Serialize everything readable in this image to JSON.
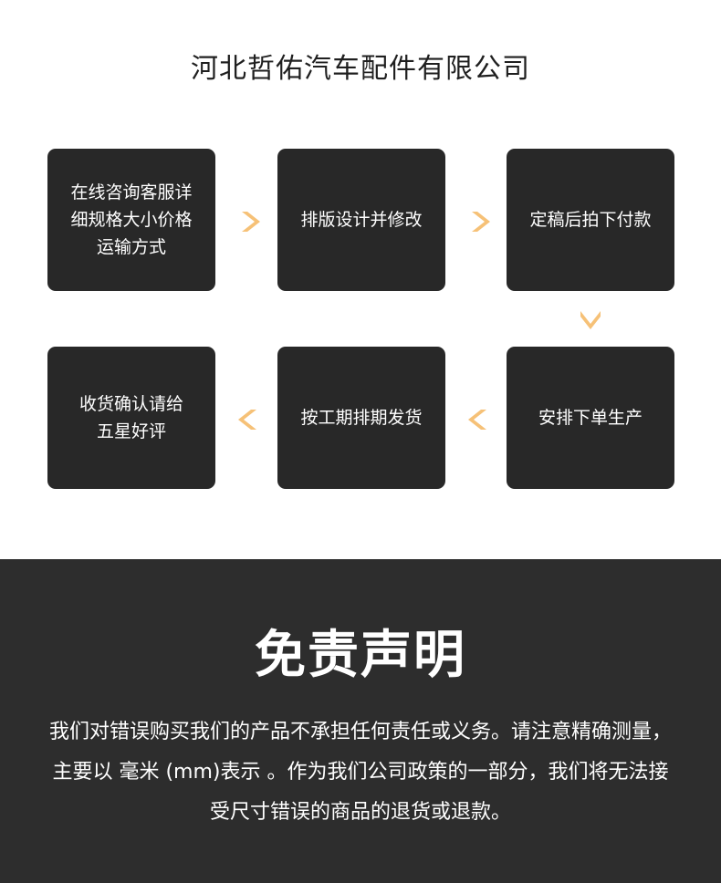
{
  "header": {
    "company_name": "河北哲佑汽车配件有限公司"
  },
  "process": {
    "steps": [
      {
        "label": "在线咨询客服详\n细规格大小价格\n运输方式"
      },
      {
        "label": "排版设计并修改"
      },
      {
        "label": "定稿后拍下付款"
      },
      {
        "label": "安排下单生产"
      },
      {
        "label": "按工期排期发货"
      },
      {
        "label": "收货确认请给\n五星好评"
      }
    ],
    "arrow_color": "#f6c177",
    "box_color": "#282828"
  },
  "disclaimer": {
    "title": "免责声明",
    "body": "我们对错误购买我们的产品不承担任何责任或义务。请注意精确测量，主要以 毫米 (mm)表示 。作为我们公司政策的一部分，我们将无法接受尺寸错误的商品的退货或退款。"
  }
}
